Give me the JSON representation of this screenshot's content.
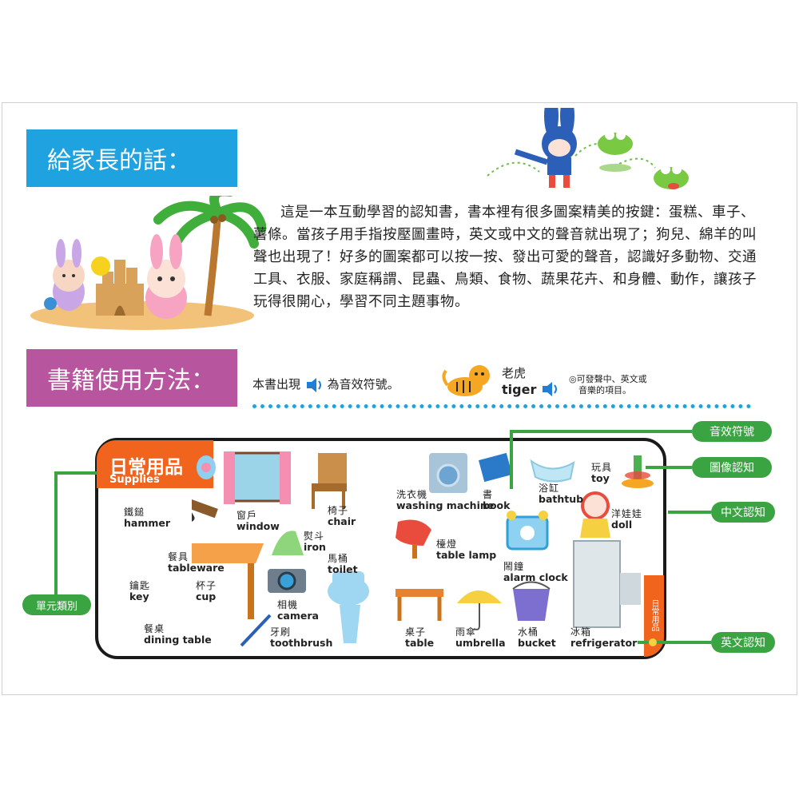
{
  "parents": {
    "heading": "給家長的話：",
    "paragraph": "這是一本互動學習的認知書，書本裡有很多圖案精美的按鍵：蛋糕、車子、薯條。當孩子用手指按壓圖畫時，英文或中文的聲音就出現了；狗兒、綿羊的叫聲也出現了！好多的圖案都可以按一按、發出可愛的聲音，認識好多動物、交通工具、衣服、家庭稱謂、昆蟲、鳥類、食物、蔬果花卉、和身體、動作，讓孩子玩得很開心，學習不同主題事物。"
  },
  "usage": {
    "heading": "書籍使用方法：",
    "text_before": "本書出現",
    "text_after": "為音效符號。",
    "tiger_zh": "老虎",
    "tiger_en": "tiger",
    "note_line1": "◎可發聲中、英文或",
    "note_line2": "音樂的項目。"
  },
  "board": {
    "title_zh": "日常用品",
    "title_en": "Supplies",
    "side_tab": "日常用品",
    "items": [
      {
        "zh": "鐵鎚",
        "en": "hammer"
      },
      {
        "zh": "窗戶",
        "en": "window"
      },
      {
        "zh": "椅子",
        "en": "chair"
      },
      {
        "zh": "熨斗",
        "en": "iron"
      },
      {
        "zh": "馬桶",
        "en": "toilet"
      },
      {
        "zh": "餐具",
        "en": "tableware"
      },
      {
        "zh": "鑰匙",
        "en": "key"
      },
      {
        "zh": "杯子",
        "en": "cup"
      },
      {
        "zh": "相機",
        "en": "camera"
      },
      {
        "zh": "餐桌",
        "en": "dining table"
      },
      {
        "zh": "牙刷",
        "en": "toothbrush"
      },
      {
        "zh": "洗衣機",
        "en": "washing machine"
      },
      {
        "zh": "書",
        "en": "book"
      },
      {
        "zh": "浴缸",
        "en": "bathtub"
      },
      {
        "zh": "玩具",
        "en": "toy"
      },
      {
        "zh": "洋娃娃",
        "en": "doll"
      },
      {
        "zh": "檯燈",
        "en": "table lamp"
      },
      {
        "zh": "鬧鐘",
        "en": "alarm clock"
      },
      {
        "zh": "桌子",
        "en": "table"
      },
      {
        "zh": "雨傘",
        "en": "umbrella"
      },
      {
        "zh": "水桶",
        "en": "bucket"
      },
      {
        "zh": "冰箱",
        "en": "refrigerator"
      }
    ]
  },
  "callouts": {
    "sound": "音效符號",
    "image": "圖像認知",
    "chinese": "中文認知",
    "english": "英文認知",
    "unit": "單元類別"
  },
  "colors": {
    "blue": "#1fa3e0",
    "purple": "#b7559e",
    "orange": "#f0641e",
    "green": "#3aa342"
  }
}
